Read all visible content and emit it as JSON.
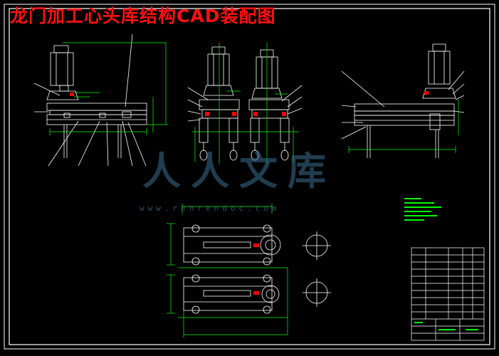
{
  "title": "龙门加工心头库结构CAD装配图",
  "watermark": {
    "brand": "人人文库",
    "url": "www.renrendoc.com"
  },
  "colors": {
    "background": "#000000",
    "lines": "#ffffff",
    "dimensions": "#00ff00",
    "title": "#ff1010",
    "watermark": "#3b6f91",
    "accent": "#ff0000"
  }
}
